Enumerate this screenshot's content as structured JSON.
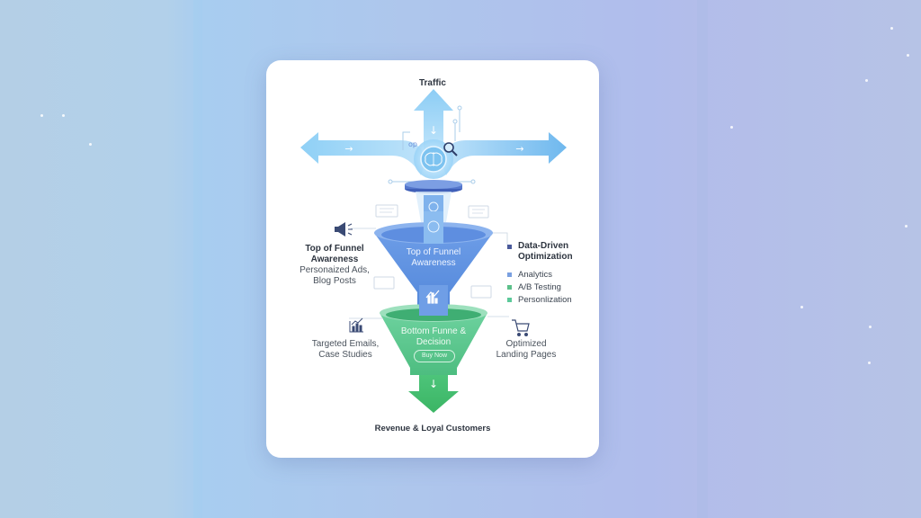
{
  "diagram": {
    "title_top": "Traffic",
    "title_bottom": "Revenue & Loyal Customers",
    "top_funnel": {
      "label_line1": "Top of Funnel",
      "label_line2": "Awareness"
    },
    "bottom_funnel": {
      "label_line1": "Bottom Funne &",
      "label_line2": "Decision",
      "button_label": "Buy Now"
    },
    "left_top_annotation": {
      "icon": "megaphone-icon",
      "heading_line1": "Top of Funnel",
      "heading_line2": "Awareness",
      "detail_line1": "Personaized Ads,",
      "detail_line2": "Blog Posts"
    },
    "left_bottom_annotation": {
      "icon": "bar-chart-icon",
      "detail_line1": "Targeted Emails,",
      "detail_line2": "Case Studies"
    },
    "right_bottom_annotation": {
      "icon": "shopping-cart-icon",
      "detail_line1": "Optimized",
      "detail_line2": "Landing Pages"
    },
    "optimization_legend": {
      "heading_line1": "Data-Driven",
      "heading_line2": "Optimization",
      "items": [
        {
          "label": "Analytics",
          "color": "#7aa0e0"
        },
        {
          "label": "A/B Testing",
          "color": "#5cc08a"
        },
        {
          "label": "Personlization",
          "color": "#5cc99a"
        }
      ],
      "heading_marker_color": "#4a5a9a"
    },
    "center_icons": [
      "brain-icon",
      "magnifier-icon",
      "arrow-down-icon",
      "bar-chart-icon"
    ],
    "colors": {
      "arrow_blue": "#7ec4f0",
      "funnel_blue": "#5d8fe0",
      "funnel_green": "#56c483",
      "arrow_green": "#43be6c",
      "ring_dark": "#3f5fb8"
    }
  }
}
